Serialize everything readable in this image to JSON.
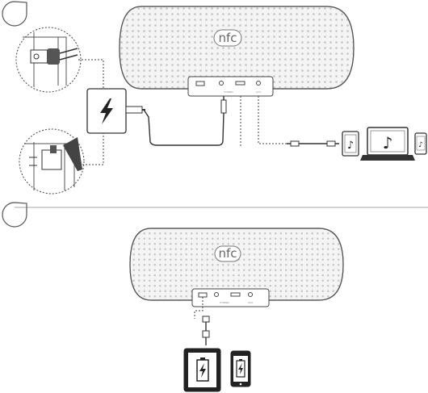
{
  "speaker": {
    "logo_text": "nfc",
    "port_labels": [
      "POWER",
      "AUX"
    ]
  },
  "icons": {
    "charge": "lightning-bolt-icon",
    "music": "music-note-icon",
    "battery": "battery-charging-icon"
  },
  "colors": {
    "line": "#333333",
    "speaker_fill": "#f4f4f4",
    "grille_dot": "#bdbdbd"
  }
}
